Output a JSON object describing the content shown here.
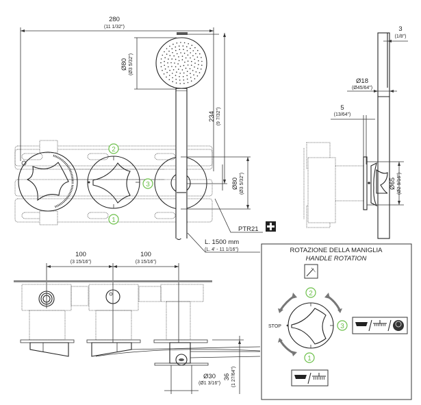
{
  "front_view": {
    "overall_width": {
      "value": "280",
      "inch": "(11 1/32\")"
    },
    "showerhead_diameter": {
      "value": "Ø80",
      "inch": "(Ø3 5/32\")"
    },
    "head_height": {
      "value": "234",
      "inch": "(9 7/32\")"
    },
    "cover_diameter": {
      "value": "Ø80",
      "inch": "(Ø3 5/32\")"
    },
    "hose_length": {
      "value": "L. 1500 mm",
      "inch": "(L. 4' - 11 1/16\")"
    },
    "part_code": "PTR21",
    "plus_icon": "plus-icon",
    "positions": [
      "1",
      "2",
      "3"
    ]
  },
  "side_view": {
    "thickness": {
      "value": "3",
      "inch": "(1/8\")"
    },
    "handle_diameter": {
      "value": "Ø18",
      "inch": "(Ø45/64\")"
    },
    "gap": {
      "value": "5",
      "inch": "(13/64\")"
    },
    "cover_diameter": {
      "value": "Ø65",
      "inch": "(Ø2 9/16\")"
    }
  },
  "bottom_view": {
    "spacing_1": {
      "value": "100",
      "inch": "(3 15/16\")"
    },
    "spacing_2": {
      "value": "100",
      "inch": "(3 15/16\")"
    },
    "outlet_diameter": {
      "value": "Ø30",
      "inch": "(Ø1 3/16\")"
    },
    "outlet_depth": {
      "value": "36",
      "inch": "(1 27/64\")"
    }
  },
  "rotation_panel": {
    "title": "ROTAZIONE DELLA MANIGLIA",
    "subtitle": "HANDLE ROTATION",
    "stop_label": "STOP",
    "positions": [
      {
        "num": "1",
        "icons": [
          "bathtub-icon",
          "rain-shower-icon"
        ]
      },
      {
        "num": "2",
        "icons": [
          "hand-shower-icon"
        ]
      },
      {
        "num": "3",
        "icons": [
          "bathtub-icon",
          "rain-shower-icon",
          "body-jet-icon"
        ]
      }
    ],
    "accent_color": "#6cc04a"
  }
}
